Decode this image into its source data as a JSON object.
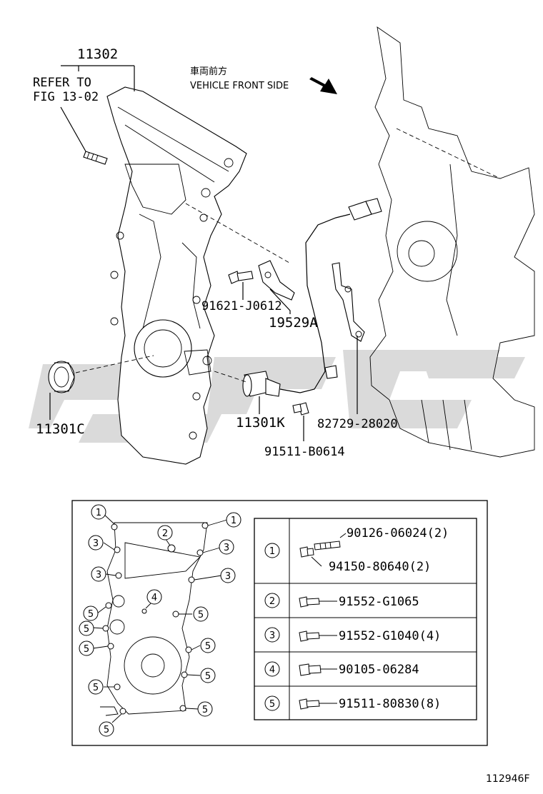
{
  "callouts": {
    "cover_part": "11302",
    "refer_line1": "REFER TO",
    "refer_line2": "FIG 13-02",
    "direction_jp": "車両前方",
    "direction_en": "VEHICLE FRONT SIDE",
    "bolt_91621": "91621-J0612",
    "bracket_19529A": "19529A",
    "seal_11301C": "11301C",
    "sensor_11301K": "11301K",
    "bolt_91511": "91511-B0614",
    "sensor_82729": "82729-28020"
  },
  "watermark": "CJ4GC",
  "bolt_map_labels": [
    "1",
    "1",
    "2",
    "3",
    "3",
    "3",
    "3",
    "4",
    "5",
    "5",
    "5",
    "5",
    "5",
    "5",
    "5",
    "5"
  ],
  "bolt_table": {
    "rows": [
      {
        "key": "1",
        "parts": [
          "90126-06024(2)",
          "94150-80640(2)"
        ]
      },
      {
        "key": "2",
        "parts": [
          "91552-G1065"
        ]
      },
      {
        "key": "3",
        "parts": [
          "91552-G1040(4)"
        ]
      },
      {
        "key": "4",
        "parts": [
          "90105-06284"
        ]
      },
      {
        "key": "5",
        "parts": [
          "91511-80830(8)"
        ]
      }
    ]
  },
  "figure_id": "112946F"
}
